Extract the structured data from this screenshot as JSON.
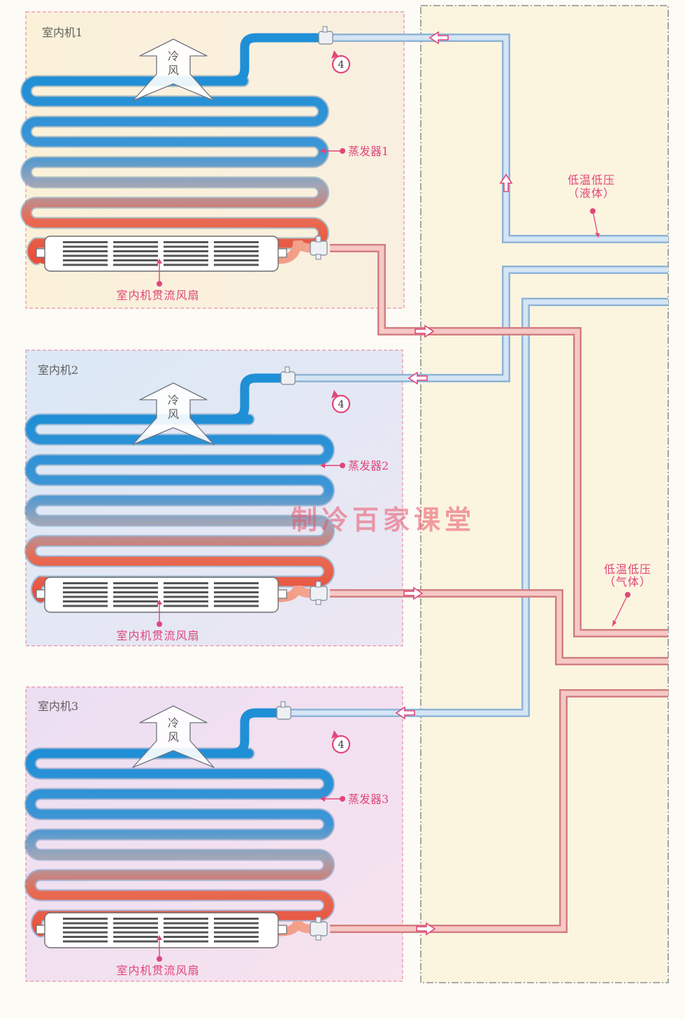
{
  "units": [
    {
      "title": "室内机1",
      "evaporator": "蒸发器1",
      "fan": "室内机贯流风扇",
      "air": [
        "冷",
        "风"
      ],
      "badge": "4"
    },
    {
      "title": "室内机2",
      "evaporator": "蒸发器2",
      "fan": "室内机贯流风扇",
      "air": [
        "冷",
        "风"
      ],
      "badge": "4"
    },
    {
      "title": "室内机3",
      "evaporator": "蒸发器3",
      "fan": "室内机贯流风扇",
      "air": [
        "冷",
        "风"
      ],
      "badge": "4"
    }
  ],
  "labels": {
    "liquid": [
      "低温低压",
      "（液体）"
    ],
    "gas": [
      "低温低压",
      "（气体）"
    ]
  },
  "watermark": "制冷百家课堂",
  "colors": {
    "cold_pipe": "#1f8fd6",
    "warm_pipe": "#e8503c",
    "liquid_line": "#a9c8e2",
    "gas_line": "#e9a2a2",
    "label": "#e0467a",
    "unit_bg": [
      "#fbf3df",
      "#e6eef8",
      "#f5e2f0"
    ],
    "outdoor_bg": "#fbf4df"
  }
}
